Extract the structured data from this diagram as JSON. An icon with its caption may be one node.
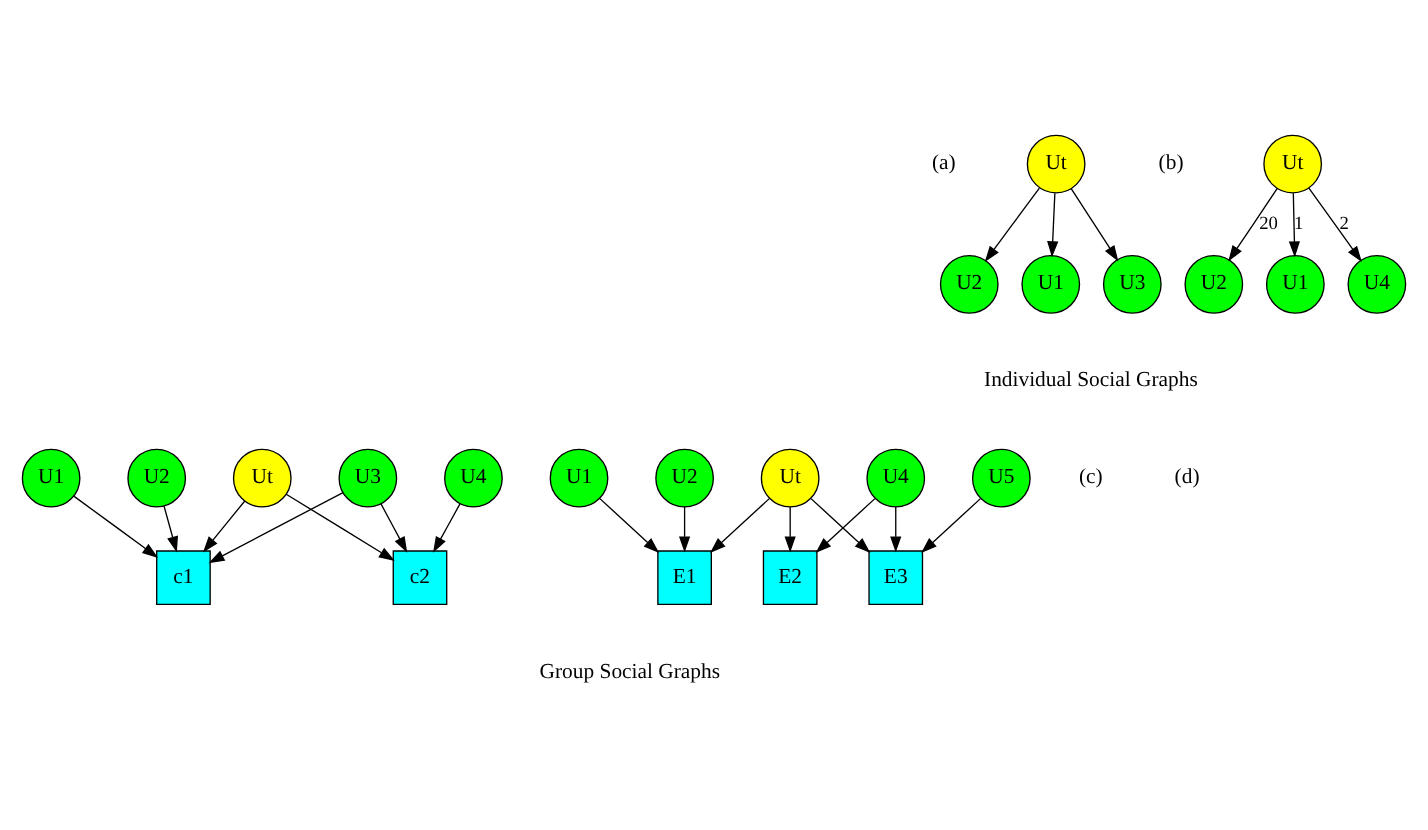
{
  "diagram": {
    "nodes": [
      {
        "text": [
          "Ut"
        ]
      },
      {
        "text": [
          "U1"
        ]
      },
      {
        "text": [
          "U2"
        ]
      },
      {
        "text": [
          "U3"
        ]
      },
      {
        "text": [
          "Ut"
        ]
      },
      {
        "text": [
          "U1"
        ]
      },
      {
        "text": [
          "U2"
        ]
      },
      {
        "text": [
          "U4"
        ]
      },
      {
        "text": [
          "U1"
        ]
      },
      {
        "text": [
          "U2"
        ]
      },
      {
        "text": [
          "Ut"
        ]
      },
      {
        "text": [
          "U3"
        ]
      },
      {
        "text": [
          "U4"
        ]
      },
      {
        "text": [
          "c1"
        ]
      },
      {
        "text": [
          "c2"
        ]
      },
      {
        "text": [
          "U1"
        ]
      },
      {
        "text": [
          "U2"
        ]
      },
      {
        "text": [
          "Ut"
        ]
      },
      {
        "text": [
          "U4"
        ]
      },
      {
        "text": [
          "U5"
        ]
      },
      {
        "text": [
          "E1"
        ]
      },
      {
        "text": [
          "E2"
        ]
      },
      {
        "text": [
          "E3"
        ]
      }
    ],
    "edges": [
      {
        "from": 0,
        "to": 1,
        "arrow": "to"
      },
      {
        "from": 0,
        "to": 2,
        "arrow": "to"
      },
      {
        "from": 0,
        "to": 3,
        "arrow": "to"
      },
      {
        "from": 4,
        "to": 5,
        "arrow": "to",
        "label": "1"
      },
      {
        "from": 4,
        "to": 6,
        "arrow": "to",
        "label": "20"
      },
      {
        "from": 4,
        "to": 7,
        "arrow": "to",
        "label": "2"
      },
      {
        "from": 8,
        "to": 13,
        "arrow": "to"
      },
      {
        "from": 9,
        "to": 13,
        "arrow": "to"
      },
      {
        "from": 10,
        "to": 13,
        "arrow": "to"
      },
      {
        "from": 10,
        "to": 14,
        "arrow": "to"
      },
      {
        "from": 11,
        "to": 13,
        "arrow": "to"
      },
      {
        "from": 11,
        "to": 14,
        "arrow": "to"
      },
      {
        "from": 12,
        "to": 14,
        "arrow": "to"
      },
      {
        "from": 15,
        "to": 20,
        "arrow": "to"
      },
      {
        "from": 16,
        "to": 20,
        "arrow": "to"
      },
      {
        "from": 17,
        "to": 20,
        "arrow": "to"
      },
      {
        "from": 17,
        "to": 21,
        "arrow": "to"
      },
      {
        "from": 17,
        "to": 22,
        "arrow": "to"
      },
      {
        "from": 18,
        "to": 21,
        "arrow": "to"
      },
      {
        "from": 18,
        "to": 22,
        "arrow": "to"
      },
      {
        "from": 19,
        "to": 22,
        "arrow": "to"
      }
    ],
    "labels": [
      "(a)",
      "(b)",
      "Individual Social Graphs",
      "(c)",
      "(d)",
      "Group Social Graphs"
    ]
  }
}
